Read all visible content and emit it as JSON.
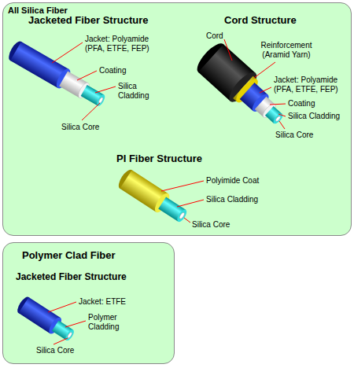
{
  "diagram": {
    "nodes": [
      {
        "text": [
          "All Silica Fiber"
        ]
      },
      {
        "text": [
          "Polymer Clad Fiber"
        ]
      }
    ],
    "labels": [
      "Jacketed Fiber Structure",
      "Cord Structure",
      "Cord",
      "Jacket: Polyamide (PFA, ETFE, FEP)",
      "Reinforcement (Aramid Yarn)",
      "Coating",
      "Jacket: Polyamide (PFA, ETFE, FEP)",
      "Silica Cladding",
      "Coating",
      "Silica Cladding",
      "Silica Core",
      "Silica Core",
      "PI Fiber Structure",
      "Polyimide Coat",
      "Silica Cladding",
      "Silica Core",
      "Jacketed Fiber Structure",
      "Jacket: ETFE",
      "Polymer Cladding",
      "Silica Core"
    ]
  }
}
